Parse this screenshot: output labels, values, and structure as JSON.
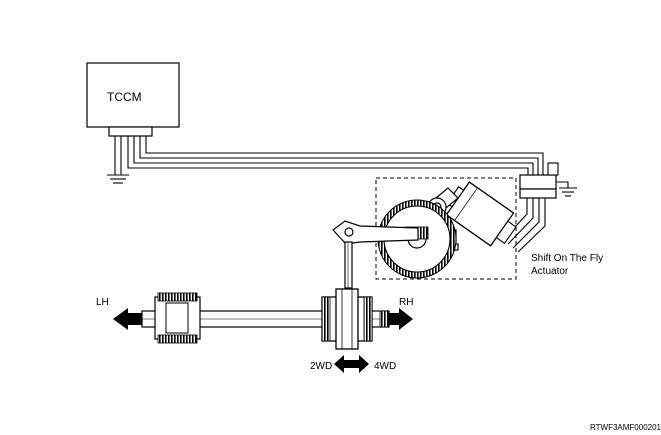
{
  "labels": {
    "tccm": "TCCM",
    "actuator_line1": "Shift On The Fly",
    "actuator_line2": "Actuator",
    "lh": "LH",
    "rh": "RH",
    "twowd": "2WD",
    "fourwd": "4WD",
    "figure_code": "RTWF3AMF000201"
  }
}
